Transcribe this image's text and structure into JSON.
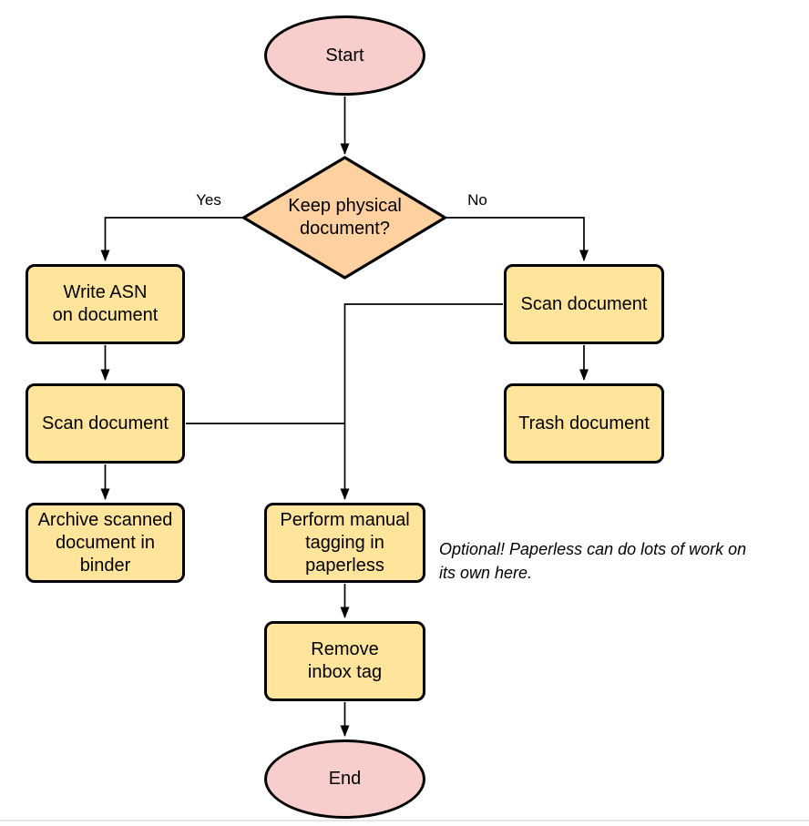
{
  "diagram": {
    "nodes": {
      "start": {
        "label": "Start",
        "shape": "terminator"
      },
      "decision": {
        "label": "Keep physical\ndocument?",
        "shape": "decision"
      },
      "write_asn": {
        "label": "Write ASN\non document",
        "shape": "process"
      },
      "scan_left": {
        "label": "Scan document",
        "shape": "process"
      },
      "archive": {
        "label": "Archive scanned\ndocument in\nbinder",
        "shape": "process"
      },
      "scan_right": {
        "label": "Scan document",
        "shape": "process"
      },
      "trash": {
        "label": "Trash document",
        "shape": "process"
      },
      "tagging": {
        "label": "Perform manual\ntagging in\npaperless",
        "shape": "process"
      },
      "remove_inbox": {
        "label": "Remove\ninbox tag",
        "shape": "process"
      },
      "end": {
        "label": "End",
        "shape": "terminator"
      }
    },
    "edge_labels": {
      "yes": "Yes",
      "no": "No"
    },
    "annotation": "Optional! Paperless can do lots of work on\nits own here.",
    "colors": {
      "terminator_fill": "#f8cecc",
      "decision_fill": "#ffd0a0",
      "process_fill": "#ffe59c",
      "stroke": "#000000",
      "edge": "#000000",
      "page_bottom_line": "#e6e6e6"
    }
  }
}
